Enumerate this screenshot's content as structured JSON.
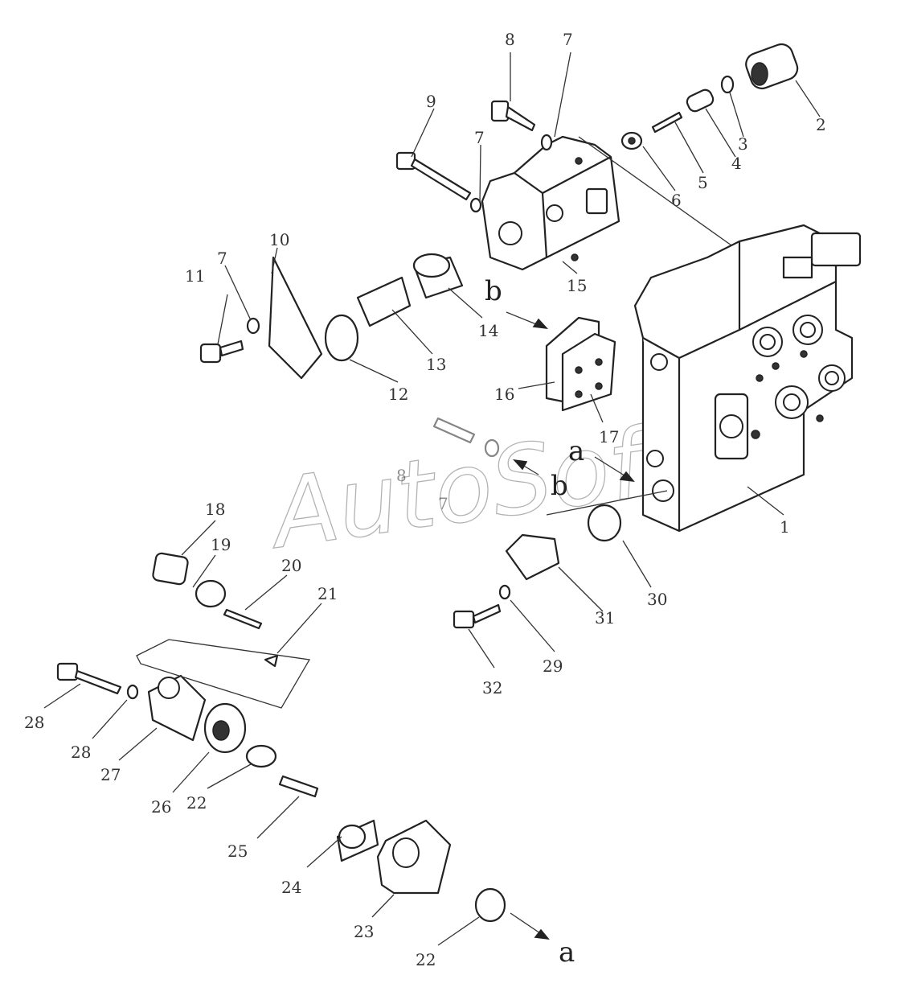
{
  "watermark": "AutoSoft",
  "callouts": [
    {
      "id": "c1",
      "text": "1"
    },
    {
      "id": "c2",
      "text": "2"
    },
    {
      "id": "c3",
      "text": "3"
    },
    {
      "id": "c4",
      "text": "4"
    },
    {
      "id": "c5",
      "text": "5"
    },
    {
      "id": "c6",
      "text": "6"
    },
    {
      "id": "c7a",
      "text": "7"
    },
    {
      "id": "c7b",
      "text": "7"
    },
    {
      "id": "c7c",
      "text": "7"
    },
    {
      "id": "c7d",
      "text": "7"
    },
    {
      "id": "c8a",
      "text": "8"
    },
    {
      "id": "c8b",
      "text": "8"
    },
    {
      "id": "c9",
      "text": "9"
    },
    {
      "id": "c10",
      "text": "10"
    },
    {
      "id": "c11",
      "text": "11"
    },
    {
      "id": "c12",
      "text": "12"
    },
    {
      "id": "c13",
      "text": "13"
    },
    {
      "id": "c14",
      "text": "14"
    },
    {
      "id": "c15",
      "text": "15"
    },
    {
      "id": "c16",
      "text": "16"
    },
    {
      "id": "c17",
      "text": "17"
    },
    {
      "id": "c18",
      "text": "18"
    },
    {
      "id": "c19",
      "text": "19"
    },
    {
      "id": "c20",
      "text": "20"
    },
    {
      "id": "c21",
      "text": "21"
    },
    {
      "id": "c22a",
      "text": "22"
    },
    {
      "id": "c22b",
      "text": "22"
    },
    {
      "id": "c23",
      "text": "23"
    },
    {
      "id": "c24",
      "text": "24"
    },
    {
      "id": "c25",
      "text": "25"
    },
    {
      "id": "c26",
      "text": "26"
    },
    {
      "id": "c27",
      "text": "27"
    },
    {
      "id": "c28a",
      "text": "28"
    },
    {
      "id": "c28b",
      "text": "28"
    },
    {
      "id": "c29",
      "text": "29"
    },
    {
      "id": "c30",
      "text": "30"
    },
    {
      "id": "c31",
      "text": "31"
    },
    {
      "id": "c32",
      "text": "32"
    }
  ],
  "flow_markers": [
    {
      "id": "m_b_top",
      "text": "b"
    },
    {
      "id": "m_b_mid",
      "text": "b"
    },
    {
      "id": "m_a_mid",
      "text": "a"
    },
    {
      "id": "m_a_bottom",
      "text": "a"
    }
  ]
}
